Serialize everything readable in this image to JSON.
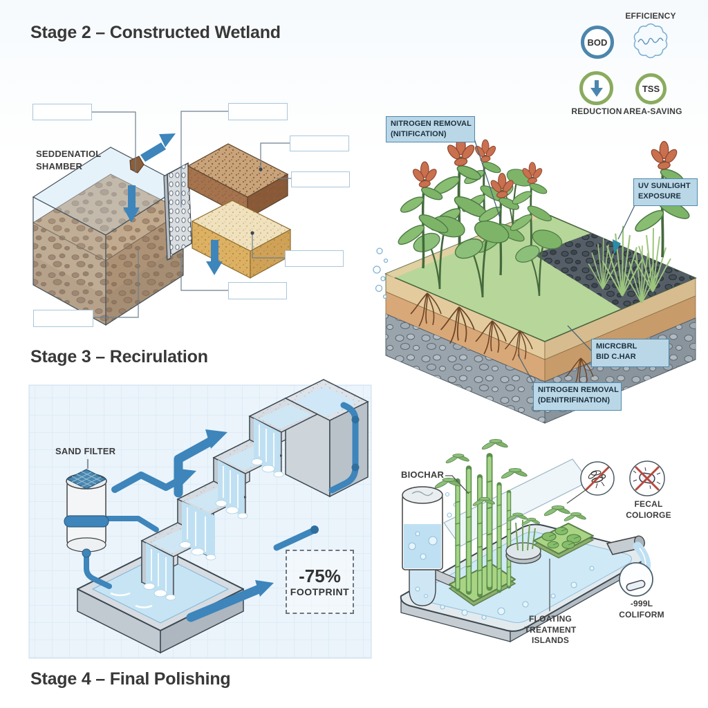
{
  "stage2": {
    "title": "Stage 2 – Constructed Wetland",
    "chamber_label": [
      "SEDDENATIOL",
      "SHAMBER"
    ]
  },
  "badges": {
    "efficiency": "EFFICIENCY",
    "bod": "BOD",
    "reduction": "REDUCTION",
    "tss": "TSS",
    "area_saving": "AREA-SAVING"
  },
  "wetland": {
    "nitrification": [
      "NITROGEN REMOVAL",
      "(NITIFICATION)"
    ],
    "uv": [
      "UV SUNLIGHT",
      "EXPOSURE"
    ],
    "microbial": [
      "MICRCBRL",
      "BID C.HAR"
    ],
    "denitrification": [
      "NITROGEN REMOVAL",
      "(DENITRIFINATION)"
    ]
  },
  "stage3": {
    "title": "Stage 3 – Recirulation",
    "sand_filter": "SAND FILTER",
    "footprint_value": "-75%",
    "footprint_label": "FOOTPRINT"
  },
  "stage4": {
    "title": "Stage 4 – Final Polishing",
    "biochar": "BIOCHAR",
    "fecal": [
      "FECAL",
      "COLIORGE"
    ],
    "coliform": [
      "-999L",
      "COLIFORM"
    ],
    "islands": [
      "FLOATING",
      "TREATMENT",
      "ISLANDS"
    ]
  },
  "colors": {
    "accent_blue": "#3d85bb",
    "ring_blue": "#4b86ad",
    "ring_green": "#8aab5f",
    "label_box_fill": "#bad7e8",
    "label_box_border": "#4f88ab",
    "cross_red": "#b8483c",
    "panel_bg": "#ebf4fb"
  }
}
